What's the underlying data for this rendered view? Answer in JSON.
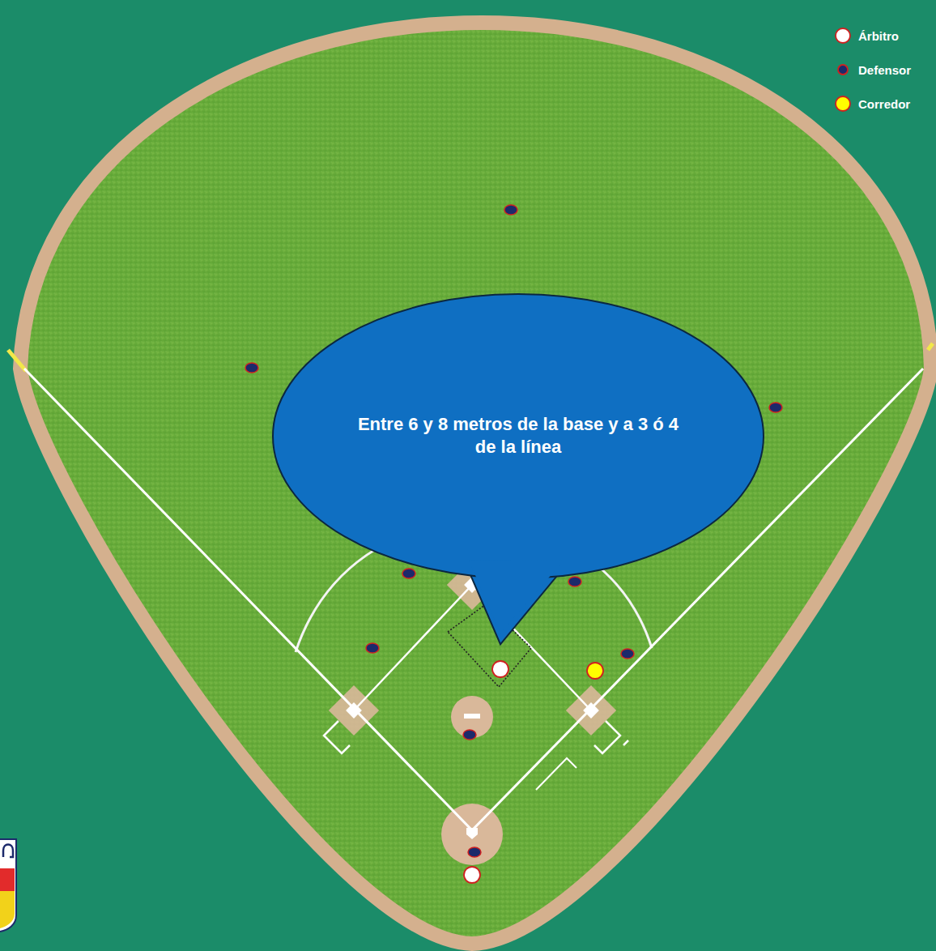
{
  "diagram": {
    "nodes": [
      {
        "text": [
          "Entre 6 y 8 metros de la base y a 3 ó 4 de la línea"
        ]
      }
    ],
    "legend": [
      {
        "text": "Árbitro",
        "color": "#ffffff"
      },
      {
        "text": "Defensor",
        "color": "#1c2a6b"
      },
      {
        "text": "Corredor",
        "color": "#ffff00"
      }
    ]
  }
}
